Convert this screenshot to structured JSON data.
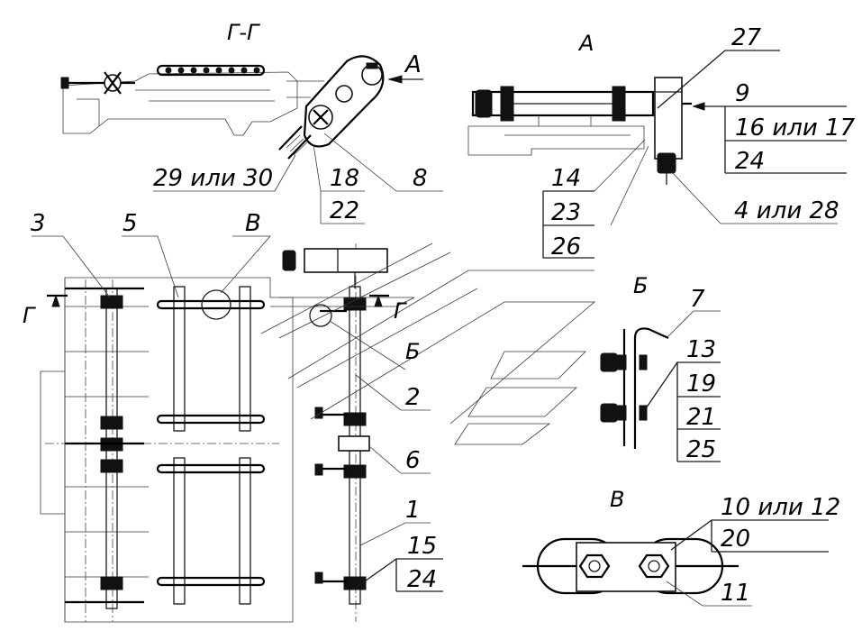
{
  "views": {
    "section_gg": "Г-Г",
    "view_a": "А",
    "view_b": "Б",
    "view_v": "В",
    "view_b_mark": "Б",
    "view_v_mark": "В",
    "section_mark_left": "Г",
    "section_mark_right": "Г"
  },
  "callouts": {
    "c27": "27",
    "c9": "9",
    "c16": "16 или 17",
    "c24a": "24",
    "c4": "4 или 28",
    "c29": "29 или 30",
    "c18": "18",
    "c22": "22",
    "c8": "8",
    "c14": "14",
    "c23": "23",
    "c26": "26",
    "c3": "3",
    "c5": "5",
    "c2": "2",
    "c6": "6",
    "c1": "1",
    "c15": "15",
    "c24b": "24",
    "c7": "7",
    "c13": "13",
    "c19": "19",
    "c21": "21",
    "c25": "25",
    "c10": "10 или 12",
    "c20": "20",
    "c11": "11"
  }
}
